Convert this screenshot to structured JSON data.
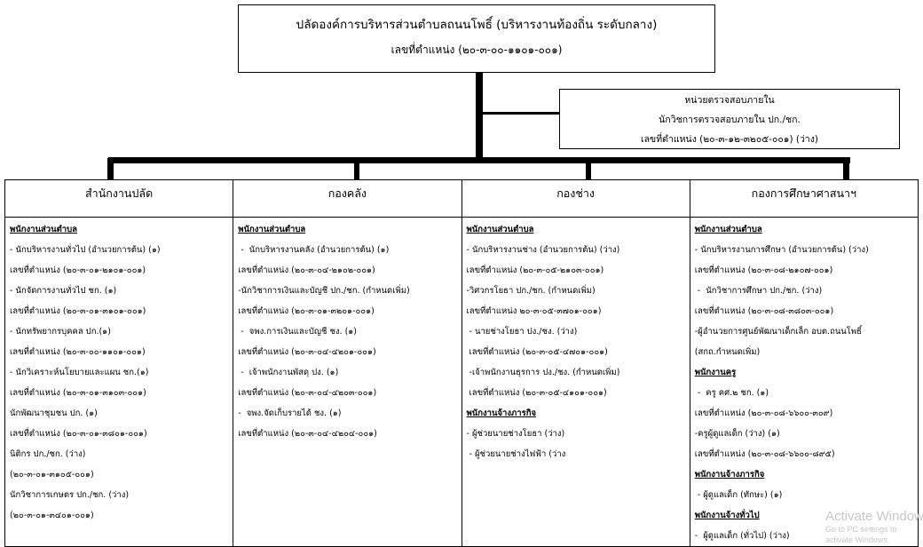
{
  "top_box": {
    "title": "ปลัดองค์การบริหารส่วนตำบลถนนโพธิ์ (บริหารงานท้องถิ่น ระดับกลาง)",
    "position_no": "เลขที่ตำแหน่ง (๒๐-๓-๐๐-๑๑๐๑-๐๐๑)"
  },
  "audit_box": {
    "title": "หน่วยตรวจสอบภายใน",
    "role": "นักวิชการตรวจสอบภายใน ปก./ชก.",
    "position_no": "เลขที่ตำแหน่ง (๒๐-๓-๑๒-๓๒๐๕-๐๐๑) (ว่าง)"
  },
  "departments": [
    {
      "name": "สำนักงานปลัด",
      "lines": [
        {
          "t": "พนักงานส่วนตำบล",
          "h": true
        },
        {
          "t": "- นักบริหารงานทั่วไป (อำนวยการต้น) (๑)"
        },
        {
          "t": "เลขที่ตำแหน่ง (๒๐-๓-๐๑-๒๑๐๑-๐๐๑)"
        },
        {
          "t": "- นักจัดการงานทั่วไป ชก. (๑)"
        },
        {
          "t": "เลขที่ตำแหน่ง (๒๐-๓-๐๑-๓๑๐๑-๐๐๑)"
        },
        {
          "t": "- นักทรัพยากรบุคคล ปก.(๑)"
        },
        {
          "t": "เลขที่ตำแหน่ง (๒๐-๓-๐๐-๑๑๐๑-๐๐๑)"
        },
        {
          "t": "- นักวิเคราะห์นโยบายและแผน ชก.(๑)"
        },
        {
          "t": "เลขที่ตำแหน่ง (๒๐-๓-๐๑-๓๑๐๓-๐๐๑)"
        },
        {
          "t": "นักพัฒนาชุมชน ปก. (๑)"
        },
        {
          "t": "เลขที่ตำแหน่ง (๒๐-๓-๐๑-๓๘๐๑-๐๐๑)"
        },
        {
          "t": "นิติกร ปก./ชก. (ว่าง)"
        },
        {
          "t": "(๒๐-๓-๐๑-๓๑๐๕-๐๐๑)"
        },
        {
          "t": "นักวิชาการเกษตร ปก./ชก. (ว่าง)"
        },
        {
          "t": "(๒๐-๓-๐๑-๓๔๐๑-๐๐๑)"
        }
      ]
    },
    {
      "name": "กองคลัง",
      "lines": [
        {
          "t": "พนักงานส่วนตำบล",
          "h": true
        },
        {
          "t": " -  นักบริหารงานคลัง (อำนวยการต้น) (๑)"
        },
        {
          "t": "เลขที่ตำแหน่ง (๒๐-๓-๐๔-๒๑๐๒-๐๐๑)"
        },
        {
          "t": "-นักวิชาการเงินและบัญชี ปก./ชก. (กำหนดเพิ่ม)"
        },
        {
          "t": "เลขที่ตำแหน่ง (๒๐-๓-๐๑-๓๒๐๑-๐๐๑)"
        },
        {
          "t": " -  จพง.การเงินและบัญชี ชง. (๑)"
        },
        {
          "t": "เลขที่ตำแหน่ง (๒๐-๓-๐๔-๔๒๐๑-๐๐๑)"
        },
        {
          "t": " -  เจ้าพนักงานพัสดุ ปง. (๑)"
        },
        {
          "t": "เลขที่ตำแหน่ง (๒๐-๓-๐๔-๔๒๐๓-๐๐๑)"
        },
        {
          "t": "-  จพง.จัดเก็บรายได้ ชง. (๑)"
        },
        {
          "t": "เลขที่ตำแหน่ง (๒๐-๓-๐๔-๔๒๐๔-๐๐๑)"
        }
      ]
    },
    {
      "name": "กองช่าง",
      "lines": [
        {
          "t": "พนักงานส่วนตำบล",
          "h": true
        },
        {
          "t": "- นักบริหารงานช่าง (อำนวยการต้น) (ว่าง)"
        },
        {
          "t": "เลขที่ตำแหน่ง (๒๐-๓-๐๕-๒๑๐๓-๐๐๑)"
        },
        {
          "t": "-วิศวกรโยธา ปก./ชก. (กำหนดเพิ่ม)"
        },
        {
          "t": "เลขที่ตำแหน่ง ๒๐-๓-๐๕-๓๗๐๑-๐๐๑)"
        },
        {
          "t": " - นายช่างโยธา ปง./ชง. (ว่าง)"
        },
        {
          "t": " เลขที่ตำแหน่ง (๒๐-๓-๐๕-๔๗๐๑-๐๐๑)"
        },
        {
          "t": " -เจ้าพนักงานธุรการ ปง./ชง. (กำหนดเพิ่ม)"
        },
        {
          "t": " เลขที่ตำแหน่ง (๒๐-๓-๐๕-๔๑๐๑-๐๐๑)"
        },
        {
          "t": "พนักงานจ้างภารกิจ",
          "h": true
        },
        {
          "t": "- ผู้ช่วยนายช่างโยธา (ว่าง)"
        },
        {
          "t": " - ผู้ช่วยนายช่างไฟฟ้า (ว่าง"
        }
      ]
    },
    {
      "name": "กองการศึกษาศาสนาฯ",
      "lines": [
        {
          "t": "พนักงานส่วนตำบล",
          "h": true
        },
        {
          "t": "- นักบริหารงานการศึกษา (อำนวยการต้น) (ว่าง)"
        },
        {
          "t": "เลขที่ตำแหน่ง (๒๐-๓-๐๘-๒๑๐๗-๐๐๑)"
        },
        {
          "t": " -  นักวิชาการศึกษา ปก./ชก. (ว่าง)"
        },
        {
          "t": "เลขที่ตำแหน่ง (๒๐-๓-๐๘-๓๘๐๓-๐๐๑)"
        },
        {
          "t": "-ผู้อำนวยการศูนย์พัฒนาเด็กเล็ก อบต.ถนนโพธิ์"
        },
        {
          "t": "(สกถ.กำหนดเพิ่ม)"
        },
        {
          "t": "พนักงานครู",
          "h": true
        },
        {
          "t": " -  ครู คศ.๒ ชก. (๑)"
        },
        {
          "t": "เลขที่ตำแหน่ง (๒๐-๓-๐๘-๖๖๐๐-๓๐๙)"
        },
        {
          "t": "-ครูผู้ดูแลเด็ก (ว่าง) (๑)"
        },
        {
          "t": "เลขที่ตำแหน่ง (๒๐-๓-๐๘-๖๖๐๐-๘๙๕)"
        },
        {
          "t": "พนักงานจ้างภารกิจ",
          "h": true
        },
        {
          "t": " - ผู้ดูแลเด็ก (ทักษะ) (๑)"
        },
        {
          "t": "พนักงานจ้างทั่วไป",
          "h": true
        },
        {
          "t": "-  ผู้ดูแลเด็ก (ทั่วไป) (ว่าง)"
        }
      ]
    }
  ],
  "watermark": {
    "line1": "Activate Windows",
    "line2": "Go to PC settings to activate Windows."
  }
}
